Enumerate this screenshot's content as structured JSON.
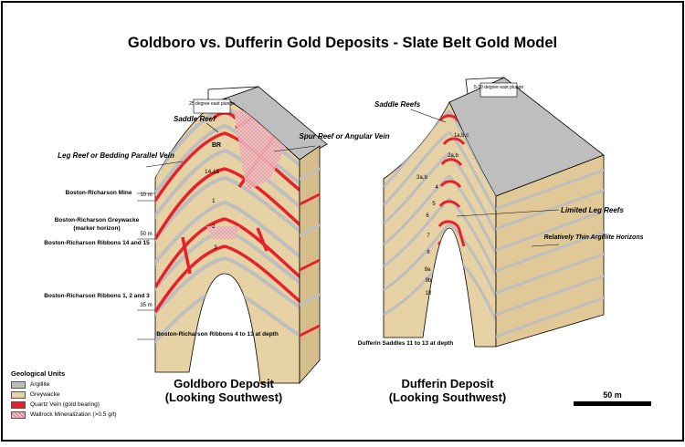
{
  "title": "Goldboro vs. Dufferin Gold Deposits - Slate Belt Gold Model",
  "goldboro": {
    "title_line1": "Goldboro Deposit",
    "title_line2": "(Looking Southwest)",
    "plunge": "25 degree east plunge",
    "saddle_reef": "Saddle Reef",
    "leg_reef": "Leg Reef or Bedding Parallel Vein",
    "spur_reef": "Spur Reef or Angular Vein",
    "mine": "Boston-Richarson Mine",
    "greywacke": "Boston-Richarson Greywacke",
    "marker": "(marker horizon)",
    "ribbons_14_15": "Boston-Richarson Ribbons 14 and 15",
    "ribbons_1_3": "Boston-Richarson Ribbons 1, 2 and 3",
    "ribbons_depth": "Boston-Richarson Ribbons 4 to 13 at depth",
    "depth_10": "10 m",
    "depth_50": "50 m",
    "depth_35": "35 m",
    "labels": {
      "br": "BR",
      "r1415": "14,15",
      "r1": "1",
      "r2": "2",
      "r3": "3"
    }
  },
  "dufferin": {
    "title_line1": "Dufferin Deposit",
    "title_line2": "(Looking Southwest)",
    "plunge": "5-10 degree east plunge",
    "saddle_reefs": "Saddle Reefs",
    "limited_leg": "Limited Leg Reefs",
    "thin_argillite": "Relatively Thin Argillite Horizons",
    "saddles_depth": "Dufferin Saddles 11 to 13 at depth",
    "reefs": [
      "1a,b,c",
      "2a,b",
      "3a,b",
      "4",
      "5",
      "6",
      "7",
      "8",
      "9a",
      "9b",
      "10"
    ]
  },
  "legend": {
    "heading": "Geological Units",
    "items": [
      {
        "label": "Argillite",
        "color": "#bebebe"
      },
      {
        "label": "Greywacke",
        "color": "#e6d2a4"
      },
      {
        "label": "Quartz Vein (gold bearing)",
        "color": "#e8202a"
      },
      {
        "label": "Wallrock Mineralization (>0.5 g/t)",
        "color": "#f3c3c8"
      }
    ]
  },
  "scale": {
    "label": "50 m"
  },
  "colors": {
    "greywacke": "#e6d2a4",
    "greywacke_side": "#d6be8c",
    "argillite": "#bebebe",
    "quartz": "#e8202a",
    "wallrock": "#f3c3c8"
  }
}
